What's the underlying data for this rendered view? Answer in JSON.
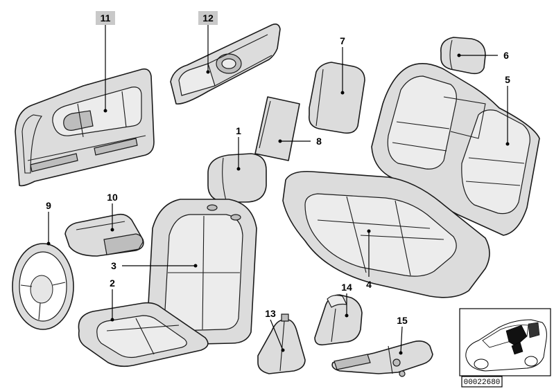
{
  "diagram": {
    "callouts": {
      "c1": "1",
      "c2": "2",
      "c3": "3",
      "c4": "4",
      "c5": "5",
      "c6": "6",
      "c7": "7",
      "c8": "8",
      "c9": "9",
      "c10": "10",
      "c11": "11",
      "c12": "12",
      "c13": "13",
      "c14": "14",
      "c15": "15"
    },
    "reference_number": "00022680",
    "highlighted_callouts": [
      "11",
      "12"
    ]
  }
}
